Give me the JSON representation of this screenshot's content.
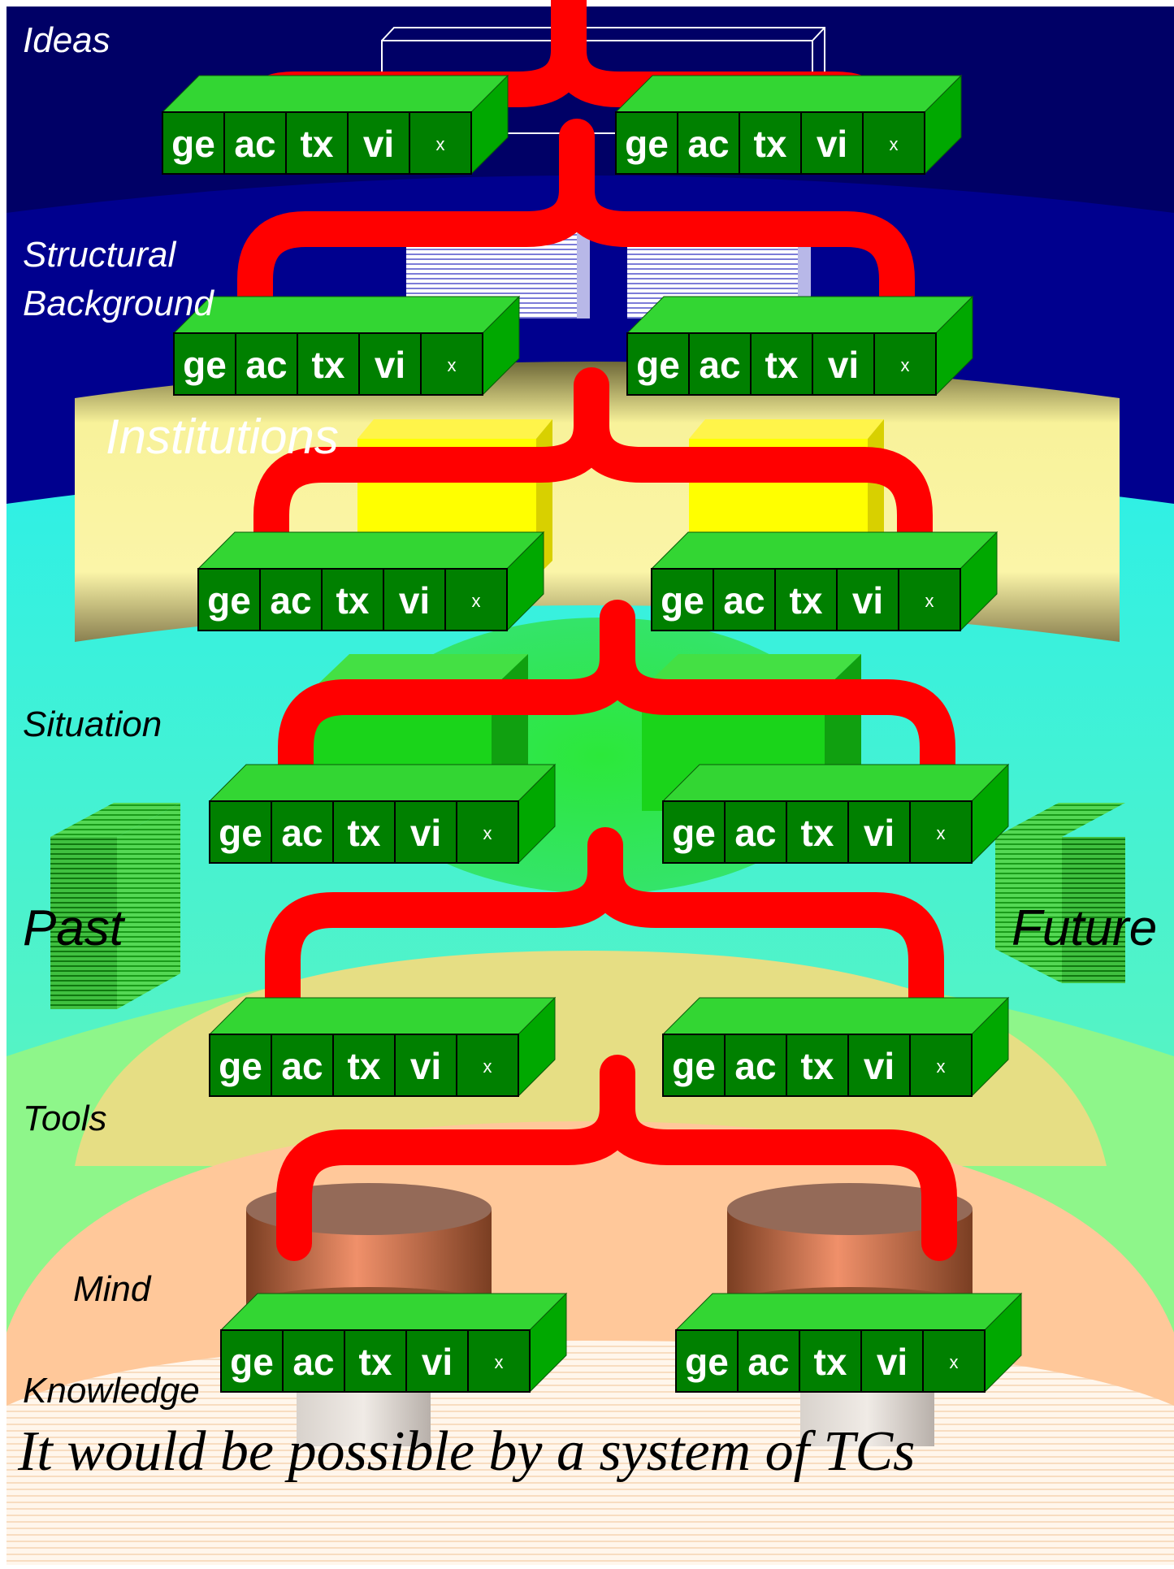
{
  "layers": {
    "ideas": "Ideas",
    "structural": [
      "Structural",
      "Background"
    ],
    "institutions": "Institutions",
    "situation": "Situation",
    "past": "Past",
    "future": "Future",
    "tools": "Tools",
    "mind": "Mind",
    "knowledge": "Knowledge"
  },
  "tc_cells": [
    "ge",
    "ac",
    "tx",
    "vi",
    "x"
  ],
  "caption": "It would be possible by a system of TCs",
  "colors": {
    "ideas_band": "#000066",
    "structural_band": "#00008e",
    "institutions_band": "#f5ef90",
    "situation_band": "#5ff0d8",
    "tools_band": "#8ef68a",
    "mind_band": "#ffc89a",
    "knowledge_band": "#fff0dc",
    "tc_front": "#008000",
    "tc_top": "#33d633",
    "tc_side": "#00a800",
    "brace": "#ff0000"
  }
}
